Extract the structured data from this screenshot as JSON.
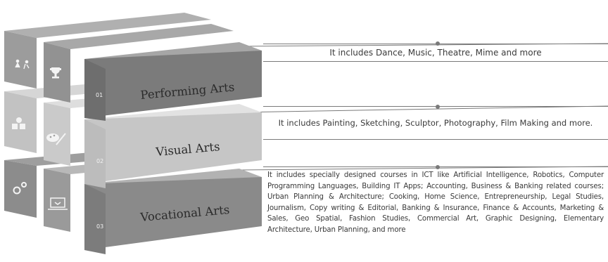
{
  "categories": [
    {
      "number": "01",
      "title": "Performing Arts",
      "description": "It includes Dance, Music, Theatre, Mime and more",
      "icons": [
        "dance-sparkle-icon",
        "trophy-icon"
      ]
    },
    {
      "number": "02",
      "title": "Visual Arts",
      "description": "It includes Painting, Sketching, Sculptor, Photography, Film Making and more.",
      "icons": [
        "shapes-icon",
        "palette-brush-icon"
      ]
    },
    {
      "number": "03",
      "title": "Vocational Arts",
      "description": "It includes specially designed courses in ICT like Artificial Intelligence, Robotics, Computer Programming Languages, Building IT Apps; Accounting, Business & Banking related courses; Urban Planning & Architecture; Cooking, Home Science, Entrepreneurship, Legal Studies, Journalism, Copy writing & Editorial, Banking & Insurance, Finance & Accounts, Marketing & Sales, Geo Spatial, Fashion Studies, Commercial Art, Graphic Designing, Elementary Architecture, Urban Planning, and more",
      "icons": [
        "gears-icon",
        "laptop-icon"
      ]
    }
  ],
  "colors": {
    "tier1_front": "#7b7b7b",
    "tier1_top": "#a6a6a6",
    "tier2_front": "#c6c6c6",
    "tier2_top": "#dcdcdc",
    "tier3_front": "#8a8a8a",
    "tier3_top": "#b2b2b2",
    "connector": "#7a7a7a"
  }
}
